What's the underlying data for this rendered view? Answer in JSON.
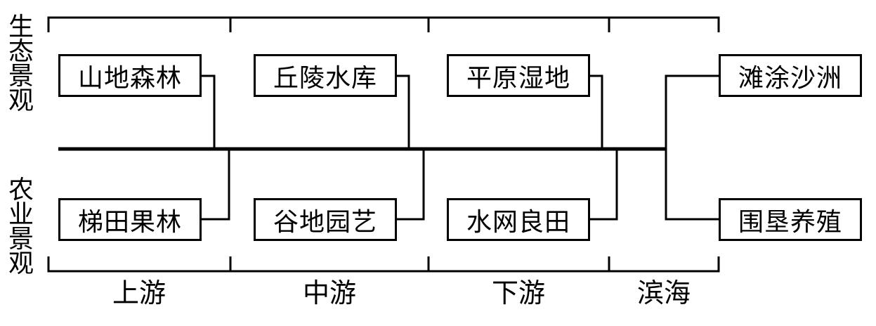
{
  "diagram": {
    "row_labels": [
      {
        "label": "生态景观"
      },
      {
        "label": "农业景观"
      }
    ],
    "zones": [
      {
        "label": "上游",
        "eco_box": "山地森林",
        "agri_box": "梯田果林"
      },
      {
        "label": "中游",
        "eco_box": "丘陵水库",
        "agri_box": "谷地园艺"
      },
      {
        "label": "下游",
        "eco_box": "平原湿地",
        "agri_box": "水网良田"
      },
      {
        "label": "滨海",
        "eco_box": "滩涂沙洲",
        "agri_box": "围垦养殖"
      }
    ],
    "colors": {
      "line": "#000000",
      "background": "#ffffff",
      "text": "#000000"
    }
  }
}
